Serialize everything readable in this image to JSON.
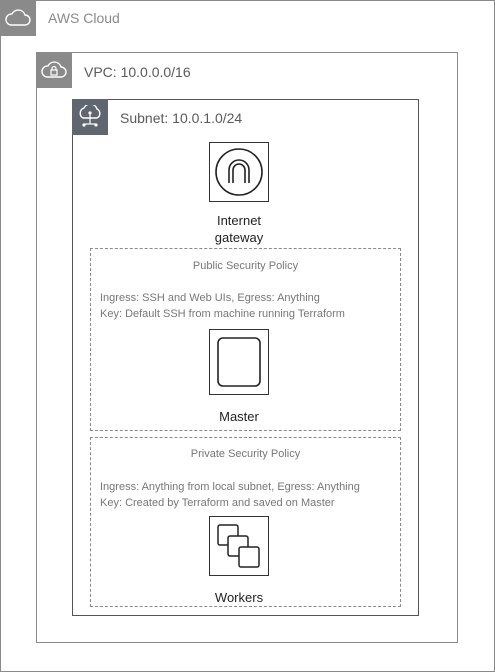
{
  "groups": {
    "cloud": {
      "label": "AWS Cloud",
      "icon": "cloud-icon"
    },
    "vpc": {
      "label": "VPC: 10.0.0.0/16",
      "icon": "vpc-cloud-lock-icon"
    },
    "subnet": {
      "label": "Subnet: 10.0.1.0/24",
      "icon": "subnet-cloud-network-icon"
    }
  },
  "resources": {
    "gateway": {
      "label_line1": "Internet",
      "label_line2": "gateway",
      "icon": "internet-gateway-icon"
    },
    "master": {
      "label": "Master",
      "icon": "instance-icon"
    },
    "workers": {
      "label": "Workers",
      "icon": "multiple-instances-icon"
    }
  },
  "policies": {
    "public": {
      "title": "Public Security Policy",
      "line1": "Ingress: SSH and Web UIs, Egress: Anything",
      "line2": "Key: Default SSH from machine running Terraform"
    },
    "private": {
      "title": "Private Security Policy",
      "line1": "Ingress: Anything from  local subnet, Egress: Anything",
      "line2": "Key: Created by Terraform and saved on Master"
    }
  },
  "colors": {
    "border": "#8a8a8a",
    "icon_dark": "#5f6670",
    "text": "#222222"
  }
}
